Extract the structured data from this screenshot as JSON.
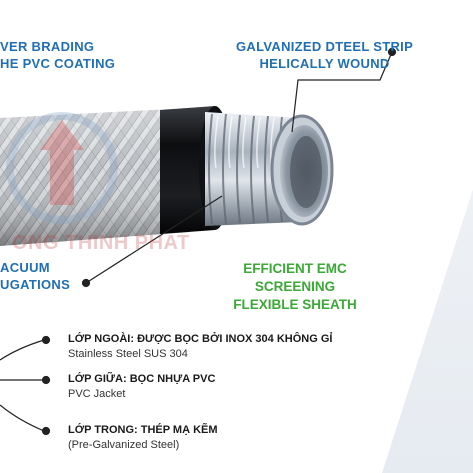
{
  "callouts": {
    "top_left_line1": "VER BRADING",
    "top_left_line2": "HE PVC COATING",
    "top_right_line1": "GALVANIZED DTEEL STRIP",
    "top_right_line2": "HELICALLY WOUND",
    "mid_left_line1": "ACUUM",
    "mid_left_line2": "UGATIONS"
  },
  "feature": {
    "line1": "EFFICIENT EMC SCREENING",
    "line2": "FLEXIBLE SHEATH"
  },
  "watermark": "ONG THINH PHAT",
  "legend": [
    {
      "title": "LỚP NGOÀI: ĐƯỢC BỌC BỞI INOX 304 KHÔNG GỈ",
      "subtitle": "Stainless Steel SUS 304"
    },
    {
      "title": "LỚP GIỮA: BỌC NHỰA PVC",
      "subtitle": "PVC Jacket"
    },
    {
      "title": "LỚP TRONG: THÉP MẠ KẼM",
      "subtitle": "(Pre-Galvanized Steel)"
    }
  ],
  "colors": {
    "callout_blue": "#1f6fb5",
    "feature_green": "#3aa935",
    "leader_line": "#222222"
  }
}
